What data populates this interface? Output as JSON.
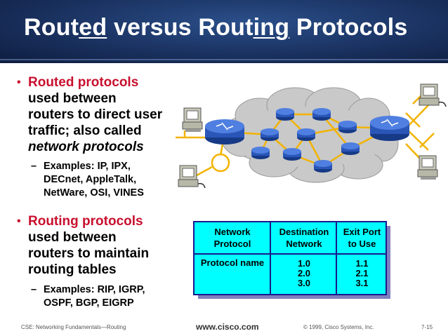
{
  "title": {
    "part1": "Rout",
    "part2": "ed",
    "part3": " versus Rout",
    "part4": "ing",
    "part5": " Protocols"
  },
  "bullets": [
    {
      "lead": "Routed protocols",
      "lines": [
        "used between",
        "routers to direct user",
        "traffic; also called"
      ],
      "italic": "network protocols",
      "examples": [
        "Examples: IP, IPX,",
        "DECnet, AppleTalk,",
        "NetWare, OSI, VINES"
      ]
    },
    {
      "lead": "Routing protocols",
      "lines": [
        "used between",
        "routers to maintain",
        "routing tables"
      ],
      "examples": [
        "Examples: RIP, IGRP,",
        "OSPF, BGP, EIGRP"
      ]
    }
  ],
  "table": {
    "headers": [
      [
        "Network",
        "Protocol"
      ],
      [
        "Destination",
        "Network"
      ],
      [
        "Exit Port",
        "to Use"
      ]
    ],
    "protocol_name": "Protocol name",
    "destinations": [
      "1.0",
      "2.0",
      "3.0"
    ],
    "exit_ports": [
      "1.1",
      "2.1",
      "3.1"
    ]
  },
  "footer": {
    "left": "CSE: Networking Fundamentals—Routing",
    "url": "www.cisco.com",
    "copyright": "© 1999, Cisco Systems, Inc.",
    "page": "7-15"
  },
  "colors": {
    "header_bg": "#1d3768",
    "bullet_red": "#c8102e",
    "table_cyan": "#00ffff",
    "table_border": "#1a1a8c",
    "cloud": "#c9c9c9",
    "router": "#2a56b8",
    "link": "#f2b300"
  },
  "icons": [
    "router-icon",
    "computer-icon",
    "cloud",
    "ring-network",
    "ethernet-segment"
  ]
}
